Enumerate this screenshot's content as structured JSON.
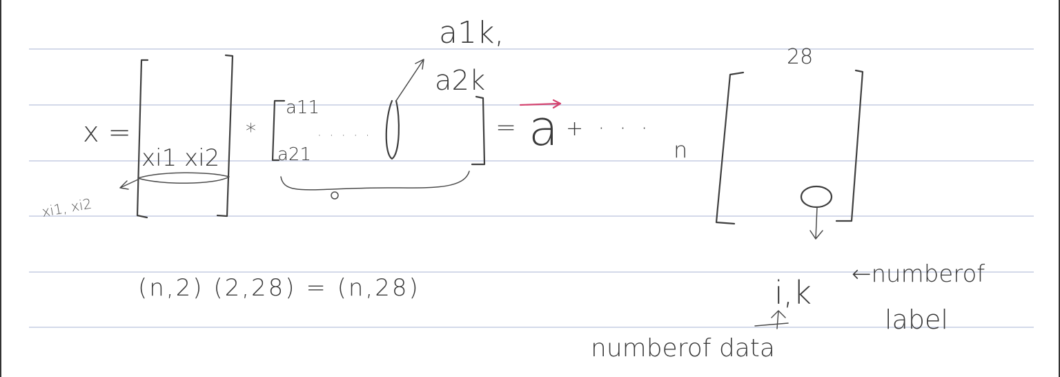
{
  "note": {
    "colors": {
      "paper": "#ffffff",
      "rule_lines": "#b9c2dc",
      "ink": "#3e3e3e",
      "highlight_pen": "#d4436f"
    },
    "equation_lhs": "x =",
    "x_row_entries": "xi1 xi2",
    "x_side_note": "xi1, xi2",
    "multiply_sign": "*",
    "a_entry_11": "a11",
    "a_entry_21": "a21",
    "a_dots": "· · · · ·",
    "column_label_1": "a1k,",
    "column_label_2": "a2k",
    "equals_sign": "=",
    "vector_symbol": "a",
    "plus_more": "+ · · ·",
    "result_cols": "28",
    "result_rows": "n",
    "shape_equation": "(n,2) (2,28) = (n,28)",
    "index_label": "i,k",
    "label_note_line1": "←numberof",
    "label_note_line2": "label",
    "data_note": "numberof data"
  }
}
